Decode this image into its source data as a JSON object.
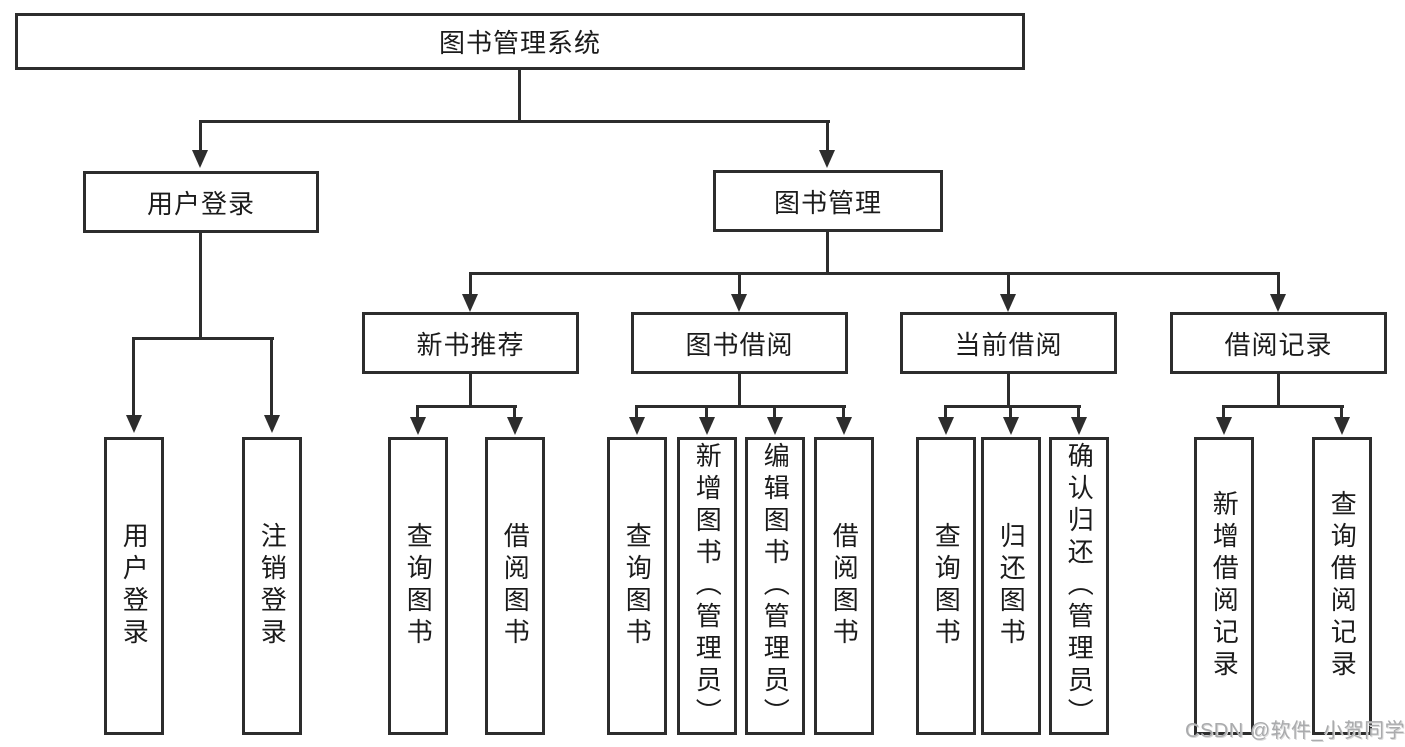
{
  "diagram": {
    "root": {
      "label": "图书管理系统"
    },
    "branches": [
      {
        "label": "用户登录",
        "children": [
          {
            "label": "用户登录"
          },
          {
            "label": "注销登录"
          }
        ]
      },
      {
        "label": "图书管理",
        "children": [
          {
            "label": "新书推荐",
            "children": [
              {
                "label": "查询图书"
              },
              {
                "label": "借阅图书"
              }
            ]
          },
          {
            "label": "图书借阅",
            "children": [
              {
                "label": "查询图书"
              },
              {
                "label": "新增图书（管理员）"
              },
              {
                "label": "编辑图书（管理员）"
              },
              {
                "label": "借阅图书"
              }
            ]
          },
          {
            "label": "当前借阅",
            "children": [
              {
                "label": "查询图书"
              },
              {
                "label": "归还图书"
              },
              {
                "label": "确认归还（管理员）"
              }
            ]
          },
          {
            "label": "借阅记录",
            "children": [
              {
                "label": "新增借阅记录"
              },
              {
                "label": "查询借阅记录"
              }
            ]
          }
        ]
      }
    ]
  },
  "watermark": {
    "text": "CSDN @软件_小贺同学"
  },
  "colors": {
    "line": "#2d2d2d",
    "text": "#1b1b1b",
    "box_background": "#ffffff",
    "watermark": "#aaabad",
    "page_background": "#ffffff"
  }
}
